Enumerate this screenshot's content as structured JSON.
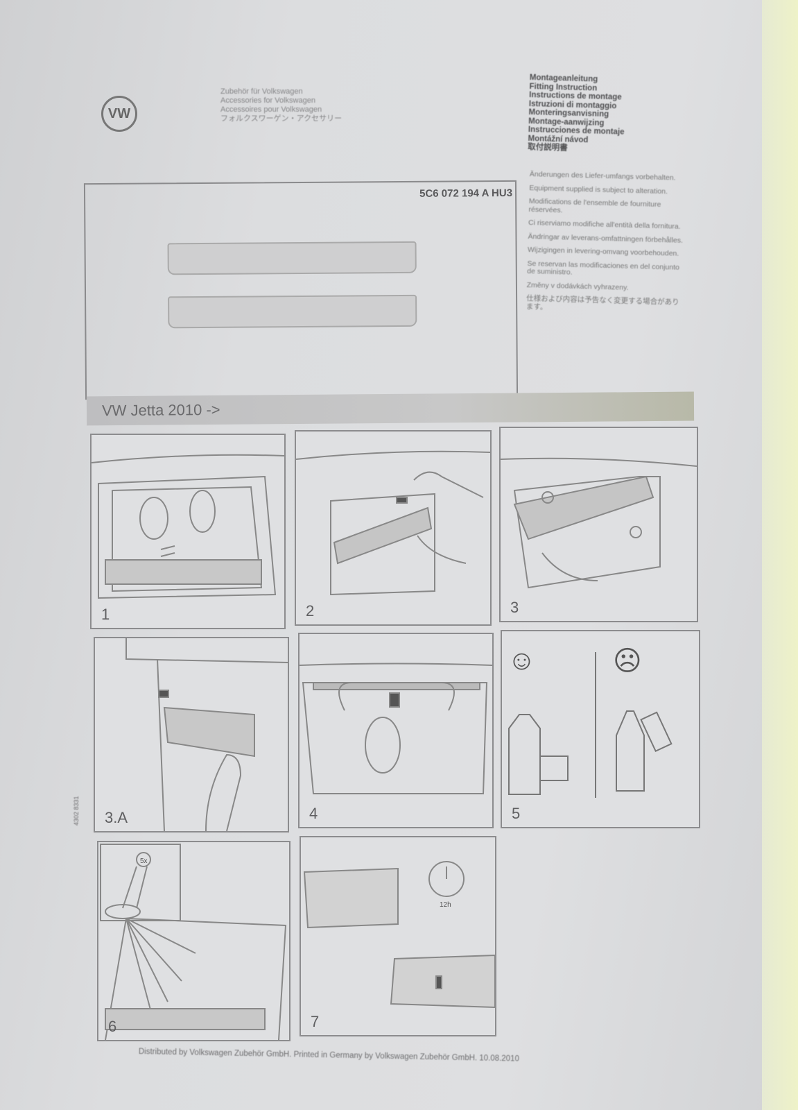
{
  "header": {
    "logo": "VW",
    "publisher_lines": [
      "Zubehör für Volkswagen",
      "Accessories for Volkswagen",
      "Accessoires pour Volkswagen",
      "フォルクスワーゲン・アクセサリー"
    ],
    "title_lines": [
      "Montageanleitung",
      "Fitting Instruction",
      "Instructions de montage",
      "Istruzioni di montaggio",
      "Monteringsanvisning",
      "Montage-aanwijzing",
      "Instrucciones de montaje",
      "Montážní návod",
      "取付説明書"
    ]
  },
  "notes": [
    "Änderungen des Liefer-umfangs vorbehalten.",
    "Equipment supplied is subject to alteration.",
    "Modifications de l'ensemble de fourniture réservées.",
    "Ci riserviamo modifiche all'entità della fornitura.",
    "Ändringar av leverans-omfattningen förbehålles.",
    "Wijzigingen in levering-omvang voorbehouden.",
    "Se reservan las modificaciones en del conjunto de suministro.",
    "Změny v dodávkách vyhrazeny.",
    "仕様および内容は予告なく変更する場合があります。"
  ],
  "product": {
    "part_number": "5C6 072 194 A HU3"
  },
  "vehicle_banner": "VW Jetta 2010 ->",
  "steps": [
    {
      "label": "1"
    },
    {
      "label": "2"
    },
    {
      "label": "3"
    },
    {
      "label": "3.A"
    },
    {
      "label": "4"
    },
    {
      "label": "5"
    },
    {
      "label": "6",
      "callout": "5x"
    },
    {
      "label": "7",
      "timer": "12h"
    }
  ],
  "side_code": "4302 8331",
  "footer": "Distributed by Volkswagen Zubehör GmbH. Printed in Germany by Volkswagen Zubehör GmbH. 10.08.2010"
}
